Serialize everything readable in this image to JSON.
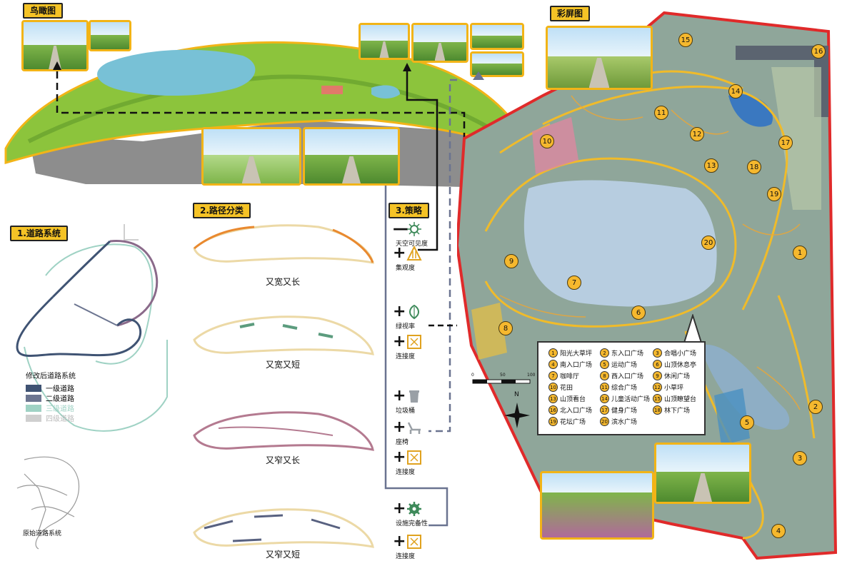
{
  "headers": {
    "aerial": "鸟瞰图",
    "color_plan": "彩屏图"
  },
  "sections": {
    "road_system": "1.道路系统",
    "path_class": "2.路径分类",
    "strategy": "3.策略"
  },
  "road_legend": {
    "title": "修改后道路系统",
    "items": [
      {
        "label": "一级道路",
        "color": "#3f5373"
      },
      {
        "label": "二级道路",
        "color": "#6c7590"
      },
      {
        "label": "三级道路",
        "color": "#9fd2c4"
      },
      {
        "label": "四级道路",
        "color": "#cfcfcf"
      }
    ],
    "original_label": "原始道路系统"
  },
  "path_classes": [
    {
      "label": "又宽又长",
      "color": "#e9892f"
    },
    {
      "label": "又宽又短",
      "color": "#5c9c7e"
    },
    {
      "label": "又窄又长",
      "color": "#b47a90"
    },
    {
      "label": "又窄又短",
      "color": "#586180"
    }
  ],
  "strategies": [
    {
      "op": "—",
      "icon": "sun-icon",
      "label": "天空可见度"
    },
    {
      "op": "+",
      "icon": "cluster-icon",
      "label": "集观度"
    },
    {
      "op": "+",
      "icon": "leaf-icon",
      "label": "绿视率"
    },
    {
      "op": "+",
      "icon": "link-icon",
      "label": "连接度"
    },
    {
      "op": "+",
      "icon": "trash-icon",
      "label": "垃圾桶"
    },
    {
      "op": "+",
      "icon": "bench-icon",
      "label": "座椅"
    },
    {
      "op": "+",
      "icon": "link-icon",
      "label": "连接度"
    },
    {
      "op": "+",
      "icon": "gear-icon",
      "label": "设施完备性"
    },
    {
      "op": "+",
      "icon": "link-icon",
      "label": "连接度"
    }
  ],
  "legend": [
    {
      "n": "1",
      "label": "阳光大草坪"
    },
    {
      "n": "2",
      "label": "东入口广场"
    },
    {
      "n": "3",
      "label": "合唱小广场"
    },
    {
      "n": "4",
      "label": "南入口广场"
    },
    {
      "n": "5",
      "label": "运动广场"
    },
    {
      "n": "6",
      "label": "山顶休息亭"
    },
    {
      "n": "7",
      "label": "咖啡厅"
    },
    {
      "n": "8",
      "label": "西入口广场"
    },
    {
      "n": "9",
      "label": "休闲广场"
    },
    {
      "n": "10",
      "label": "花田"
    },
    {
      "n": "11",
      "label": "综合广场"
    },
    {
      "n": "12",
      "label": "小草坪"
    },
    {
      "n": "13",
      "label": "山顶看台"
    },
    {
      "n": "14",
      "label": "儿童活动广场"
    },
    {
      "n": "15",
      "label": "山顶瞭望台"
    },
    {
      "n": "16",
      "label": "北入口广场"
    },
    {
      "n": "17",
      "label": "健身广场"
    },
    {
      "n": "18",
      "label": "林下广场"
    },
    {
      "n": "19",
      "label": "花坛广场"
    },
    {
      "n": "20",
      "label": "滨水广场"
    }
  ],
  "map_markers": [
    "1",
    "2",
    "3",
    "4",
    "5",
    "6",
    "7",
    "8",
    "9",
    "10",
    "11",
    "12",
    "13",
    "14",
    "15",
    "16",
    "17",
    "18",
    "19",
    "20"
  ],
  "compass": "N",
  "scale_ticks": [
    "0",
    "50",
    "100"
  ],
  "colors": {
    "accent": "#f5c326",
    "boundary": "#e02a2a",
    "water": "#b7cde0",
    "park": "#8fa69a"
  }
}
